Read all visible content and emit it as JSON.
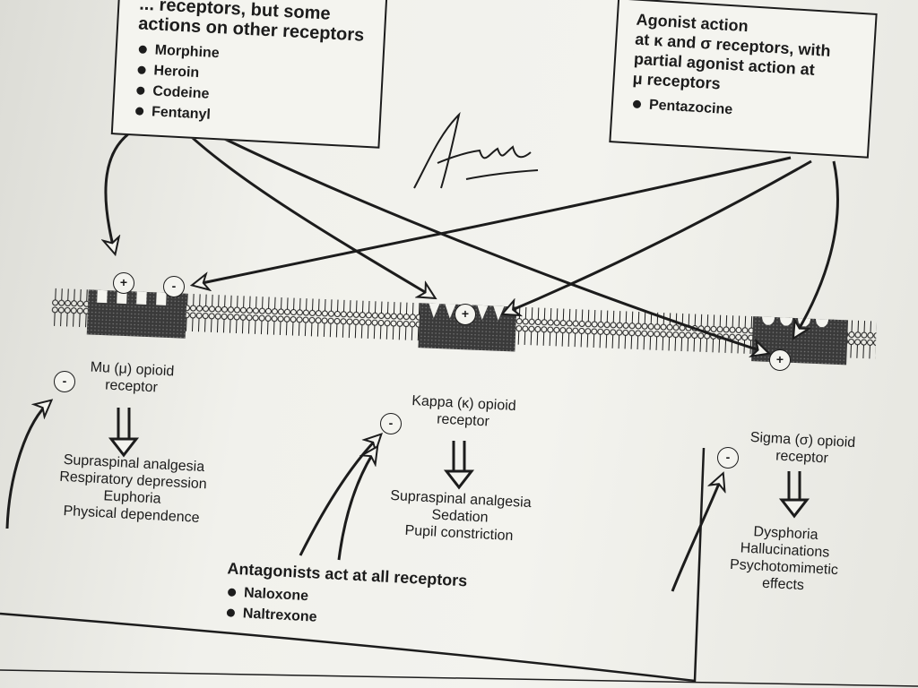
{
  "agonist_box": {
    "title_lines": [
      "... receptors, but some",
      "actions on other receptors"
    ],
    "drugs": [
      "Morphine",
      "Heroin",
      "Codeine",
      "Fentanyl"
    ]
  },
  "partial_box": {
    "title_lines": [
      "Agonist action",
      "at κ and σ receptors, with",
      "partial agonist action at",
      "μ receptors"
    ],
    "drugs": [
      "Pentazocine"
    ]
  },
  "receptors": [
    {
      "name_lines": [
        "Mu (μ) opioid",
        "receptor"
      ],
      "effects": [
        "Supraspinal analgesia",
        "Respiratory depression",
        "Euphoria",
        "Physical dependence"
      ]
    },
    {
      "name_lines": [
        "Kappa (κ) opioid",
        "receptor"
      ],
      "effects": [
        "Supraspinal analgesia",
        "Sedation",
        "Pupil constriction"
      ]
    },
    {
      "name_lines": [
        "Sigma (σ) opioid",
        "receptor"
      ],
      "effects": [
        "Dysphoria",
        "Hallucinations",
        "Psychotomimetic",
        "effects"
      ]
    }
  ],
  "antagonists": {
    "title": "Antagonists act at all receptors",
    "drugs": [
      "Naloxone",
      "Naltrexone"
    ]
  },
  "signs": {
    "plus": "+",
    "minus": "-"
  },
  "colors": {
    "ink": "#1c1c1c",
    "paper": "#f4f4ef"
  }
}
